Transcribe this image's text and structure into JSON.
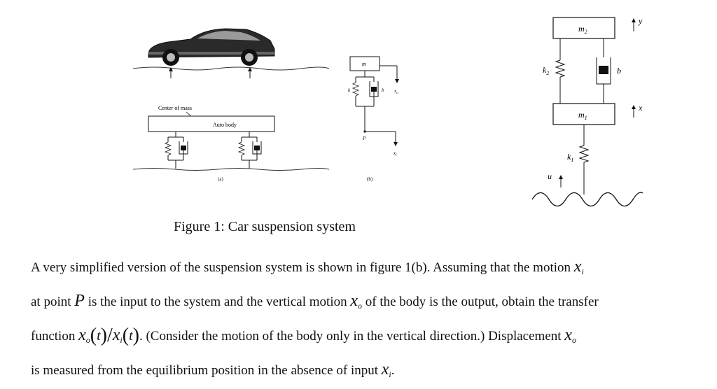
{
  "figure": {
    "panel_a": {
      "center_of_mass_label": "Center of mass",
      "auto_body_label": "Auto body",
      "tag": "(a)"
    },
    "panel_b": {
      "mass_label": "m",
      "k_label": "k",
      "b_label": "b",
      "xo_label": "x",
      "xo_sub": "o",
      "p_label": "P",
      "xi_label": "x",
      "xi_sub": "i",
      "tag": "(b)"
    },
    "quarter_car": {
      "m2_label": "m",
      "m2_sub": "2",
      "m1_label": "m",
      "m1_sub": "1",
      "k2_label": "k",
      "k2_sub": "2",
      "k1_label": "k",
      "k1_sub": "1",
      "b_label": "b",
      "y_label": "y",
      "x_label": "x",
      "u_label": "u"
    }
  },
  "caption": "Figure 1: Car suspension system",
  "paragraph": {
    "l1_text": "A very simplified version of the suspension system is shown in figure 1(b). Assuming that the motion ",
    "l2_a": "at point ",
    "l2_p": "P",
    "l2_b": " is the input to the system and the vertical motion ",
    "l2_c": " of the body is the output, obtain the transfer",
    "l3_a": "function ",
    "l3_c": ". (Consider the motion of the body only in the vertical direction.) Displacement ",
    "l4_a": "is measured from the equilibrium position in the absence of input ",
    "l4_end": ".",
    "var_x": "x",
    "sub_i": "i",
    "sub_o": "o",
    "t": "t",
    "slash": "/",
    "lparen": "(",
    "rparen": ")"
  }
}
